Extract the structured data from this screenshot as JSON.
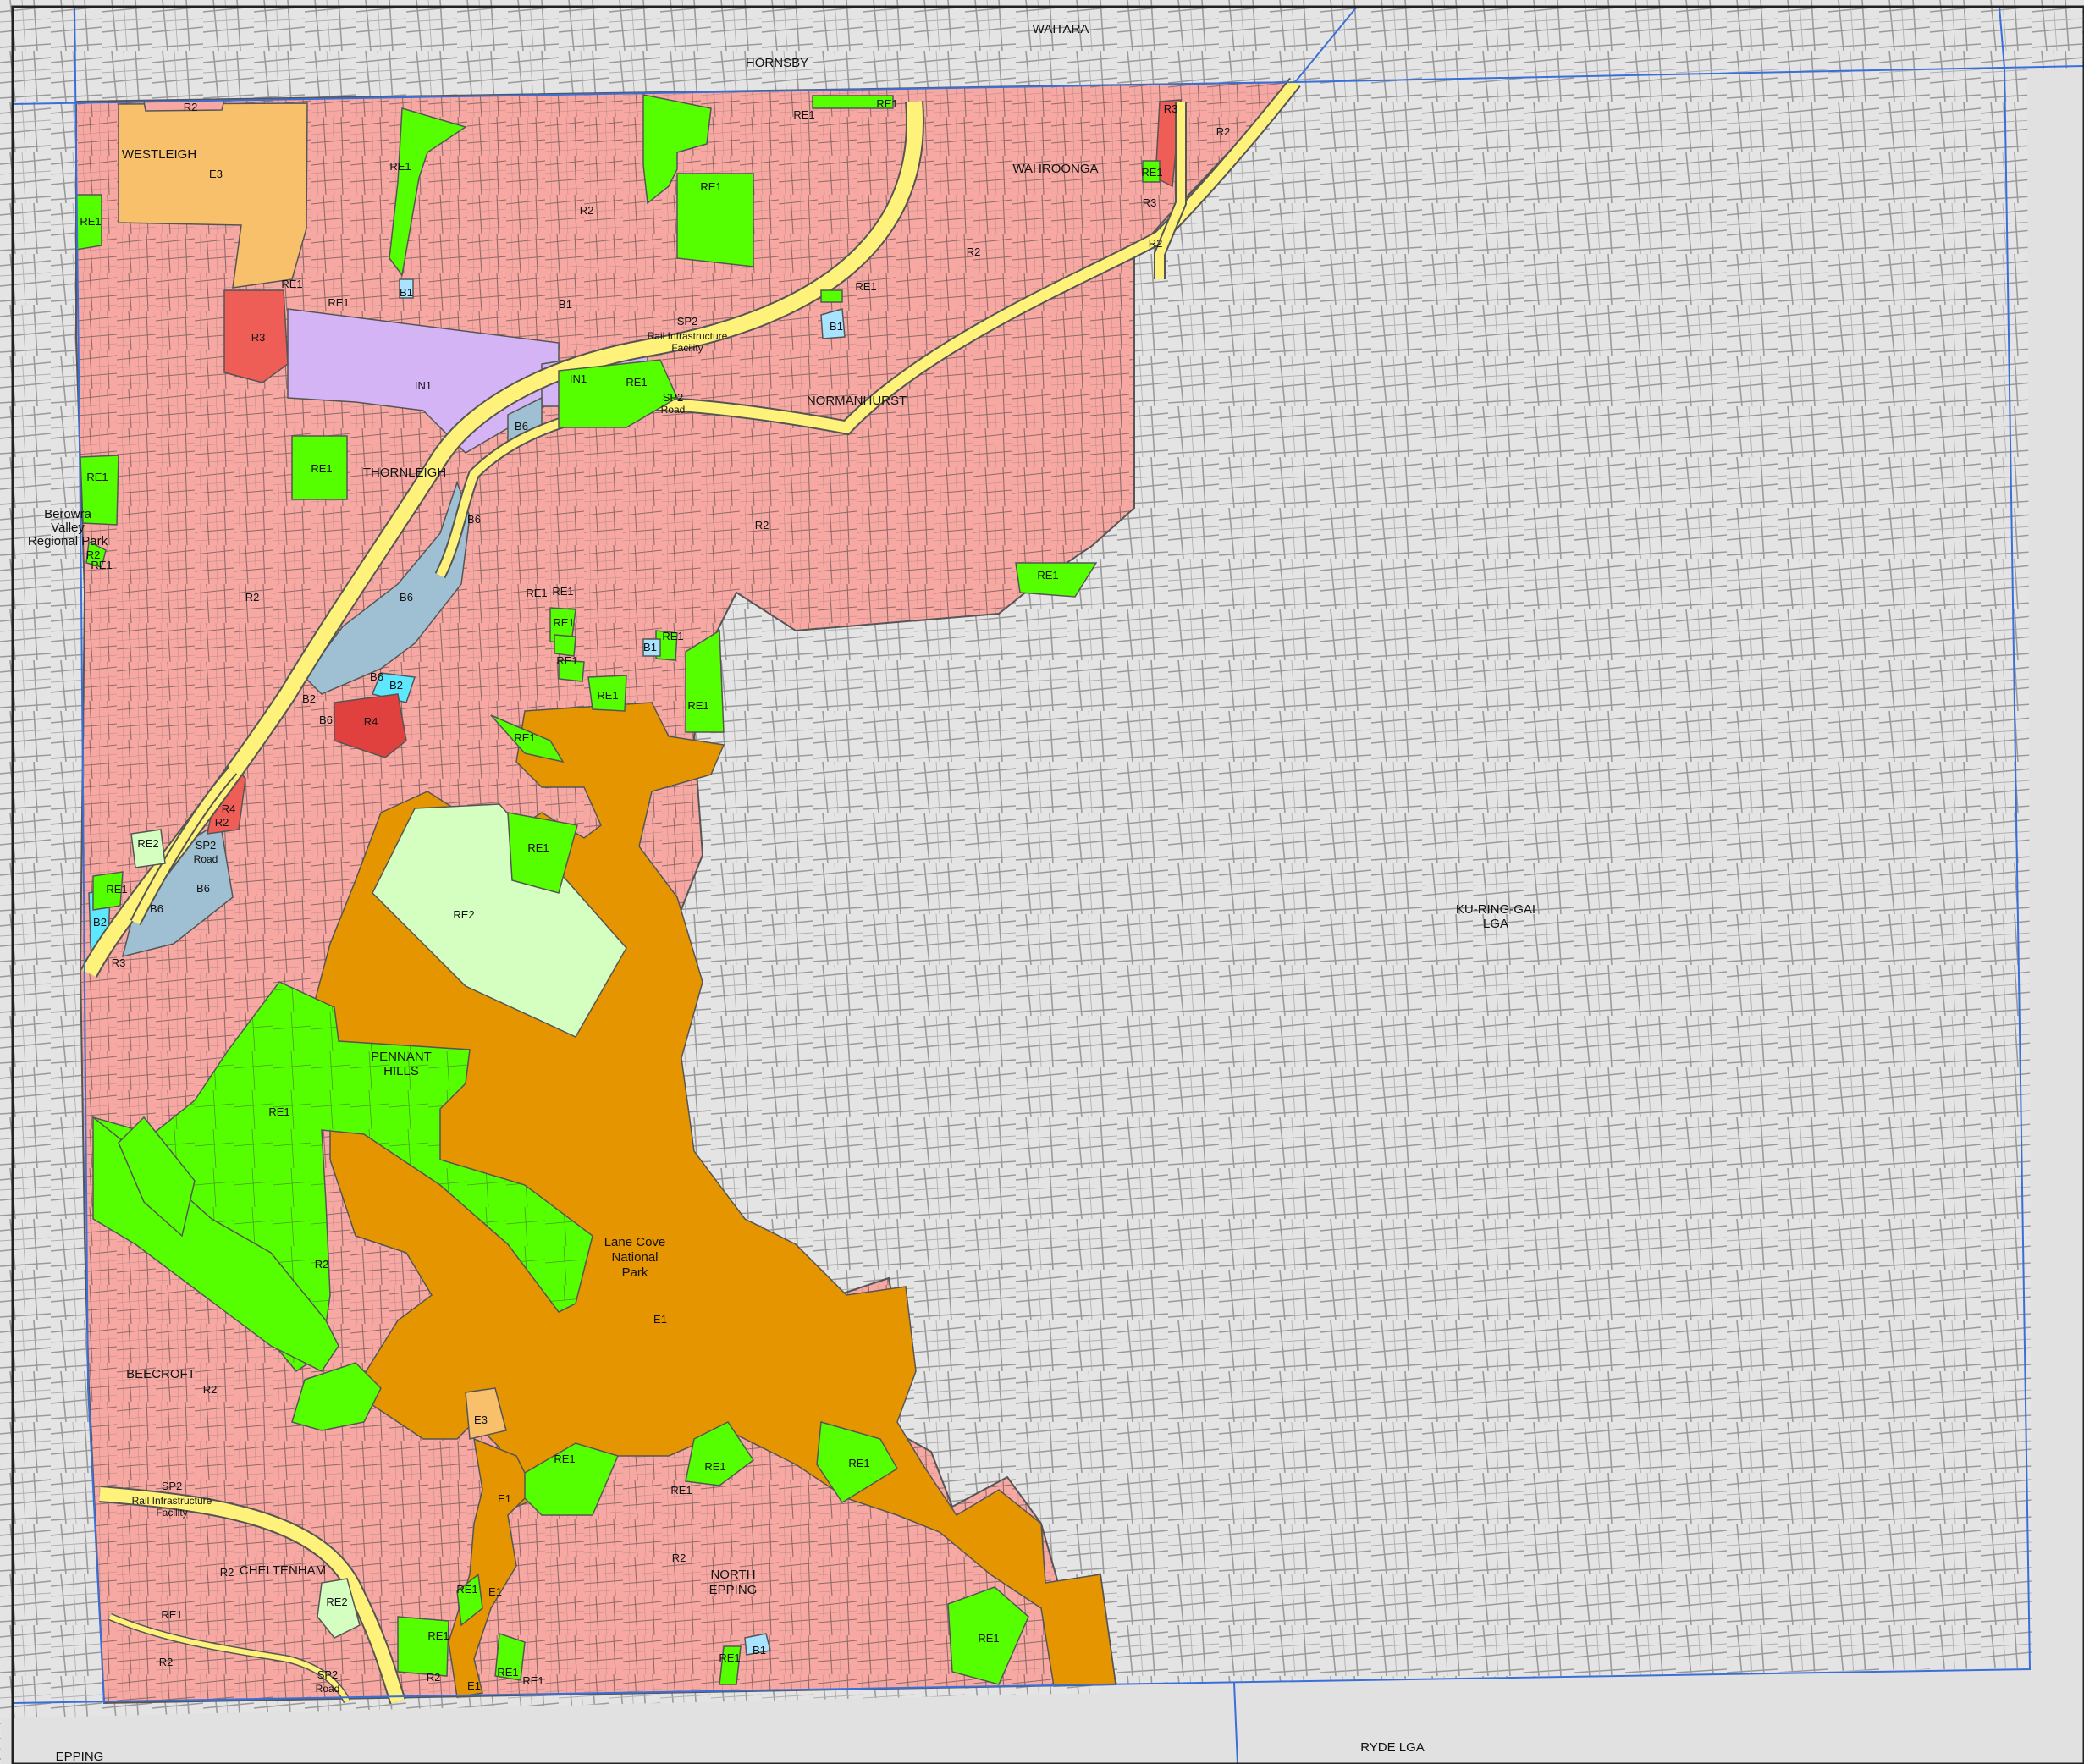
{
  "colors": {
    "background_grey": "#e1e1e1",
    "outside_white": "#ffffff",
    "street_lines": "#8c8c8c",
    "R2_low_density_residential": "#f7a8a2",
    "R3_R4_residential": "#ef5d57",
    "R4_dark": "#e0403e",
    "E1_national_park": "#e59500",
    "E3_environmental": "#f8c06a",
    "RE1_public_recreation": "#55ff00",
    "RE2_private_recreation": "#d5ffc0",
    "SP2_infrastructure": "#fff27a",
    "IN1_industrial": "#d5b4f5",
    "B6_enterprise": "#9ec0d2",
    "B2_local_centre": "#5ee8ff",
    "B1_neighbourhood": "#a8e4ff",
    "boundary_blue": "#3a6fd8"
  },
  "places": {
    "hornsby": "HORNSBY",
    "waitara": "WAITARA",
    "westleigh": "WESTLEIGH",
    "wahroonga": "WAHROONGA",
    "normanhurst": "NORMANHURST",
    "thornleigh": "THORNLEIGH",
    "pennant_hills_1": "PENNANT",
    "pennant_hills_2": "HILLS",
    "beecroft": "BEECROFT",
    "cheltenham": "CHELTENHAM",
    "north_epping_1": "NORTH",
    "north_epping_2": "EPPING",
    "epping": "EPPING",
    "berowra_1": "Berowra",
    "berowra_2": "Valley",
    "berowra_3": "Regional Park",
    "lane_cove_1": "Lane Cove",
    "lane_cove_2": "National",
    "lane_cove_3": "Park"
  },
  "lgas": {
    "kuringgai_1": "KU-RING-GAI",
    "kuringgai_2": "LGA",
    "ryde": "RYDE LGA"
  },
  "zones": {
    "R2": "R2",
    "R3": "R3",
    "R4": "R4",
    "E1": "E1",
    "E3": "E3",
    "RE1": "RE1",
    "RE2": "RE2",
    "SP2": "SP2",
    "IN1": "IN1",
    "B1": "B1",
    "B2": "B2",
    "B6": "B6"
  },
  "sp2_labels": {
    "rail_infrastructure_1": "Rail Infrastructure",
    "rail_infrastructure_2": "Facility",
    "road": "Road"
  }
}
